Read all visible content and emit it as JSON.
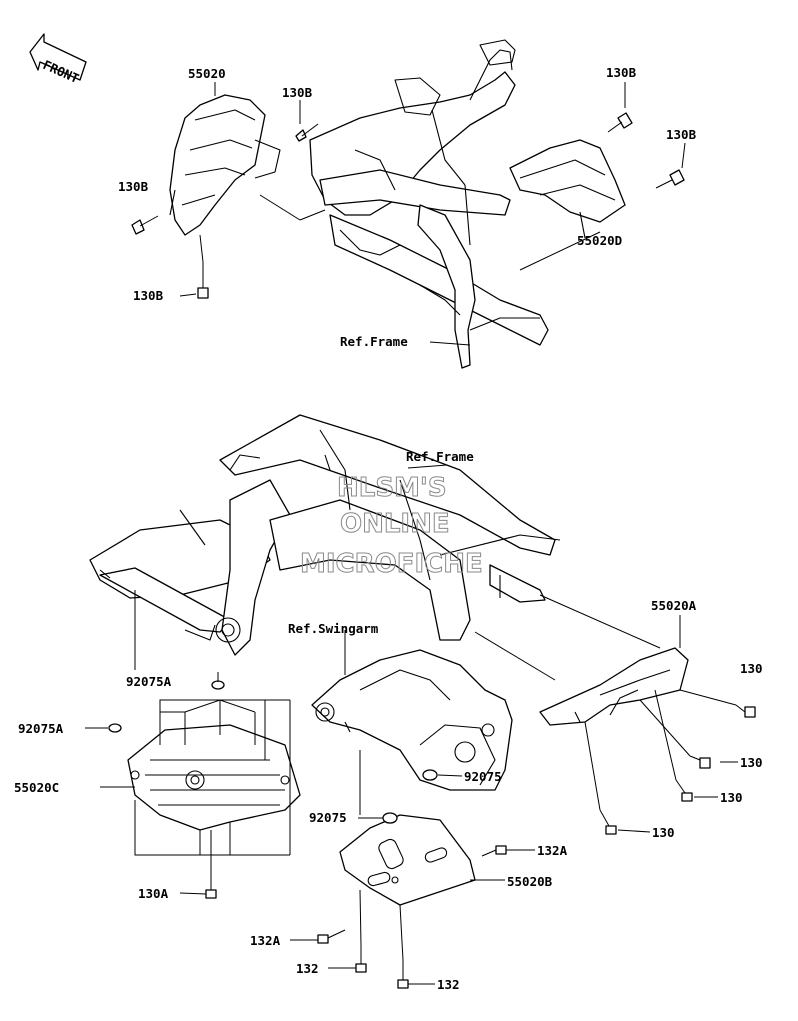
{
  "front_arrow": {
    "label": "FRONT"
  },
  "refs": {
    "frame_top": "Ref.Frame",
    "frame_mid": "Ref.Frame",
    "swingarm": "Ref.Swingarm"
  },
  "watermark": [
    "HLSM'S",
    "ONLINE",
    "MICROFICHE"
  ],
  "labels": {
    "p55020": "55020",
    "p130B_1": "130B",
    "p130B_2": "130B",
    "p130B_3": "130B",
    "p130B_4": "130B",
    "p130B_5": "130B",
    "p55020D": "55020D",
    "p55020A": "55020A",
    "p130_1": "130",
    "p130_2": "130",
    "p130_3": "130",
    "p130_4": "130",
    "p92075A_1": "92075A",
    "p92075A_2": "92075A",
    "p55020C": "55020C",
    "p130A": "130A",
    "p92075_1": "92075",
    "p92075_2": "92075",
    "p132A_1": "132A",
    "p132A_2": "132A",
    "p55020B": "55020B",
    "p132_1": "132",
    "p132_2": "132"
  }
}
